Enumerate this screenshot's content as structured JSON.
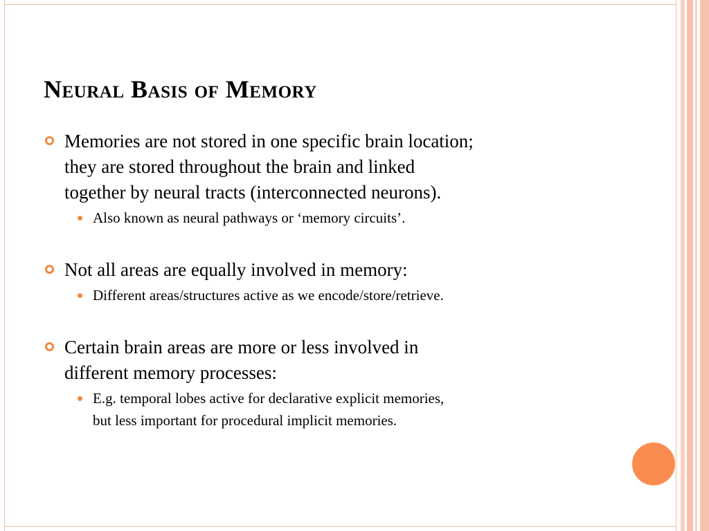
{
  "title": "Neural Basis of Memory",
  "accent_color": "#f08a40",
  "circle_color": "#fb8c4f",
  "stripe_color": "#f7c2ac",
  "bullets": [
    {
      "text": "Memories are not stored in one specific brain location; they are stored throughout the brain and linked together by neural tracts (interconnected neurons).",
      "lines": [
        "Memories are not stored in one specific brain location;",
        "they are stored throughout the brain and linked",
        "together by neural tracts (interconnected neurons)."
      ],
      "sub": [
        {
          "lines": [
            "Also known as neural pathways or ‘memory circuits’."
          ]
        }
      ]
    },
    {
      "lines": [
        "Not all areas are equally involved in memory:"
      ],
      "sub": [
        {
          "lines": [
            "Different areas/structures active as we encode/store/retrieve."
          ]
        }
      ]
    },
    {
      "lines": [
        "Certain brain areas are more or less involved in",
        "different memory processes:"
      ],
      "sub": [
        {
          "lines": [
            "E.g. temporal lobes active for declarative explicit memories,",
            "but less important for procedural implicit memories."
          ]
        }
      ]
    }
  ]
}
